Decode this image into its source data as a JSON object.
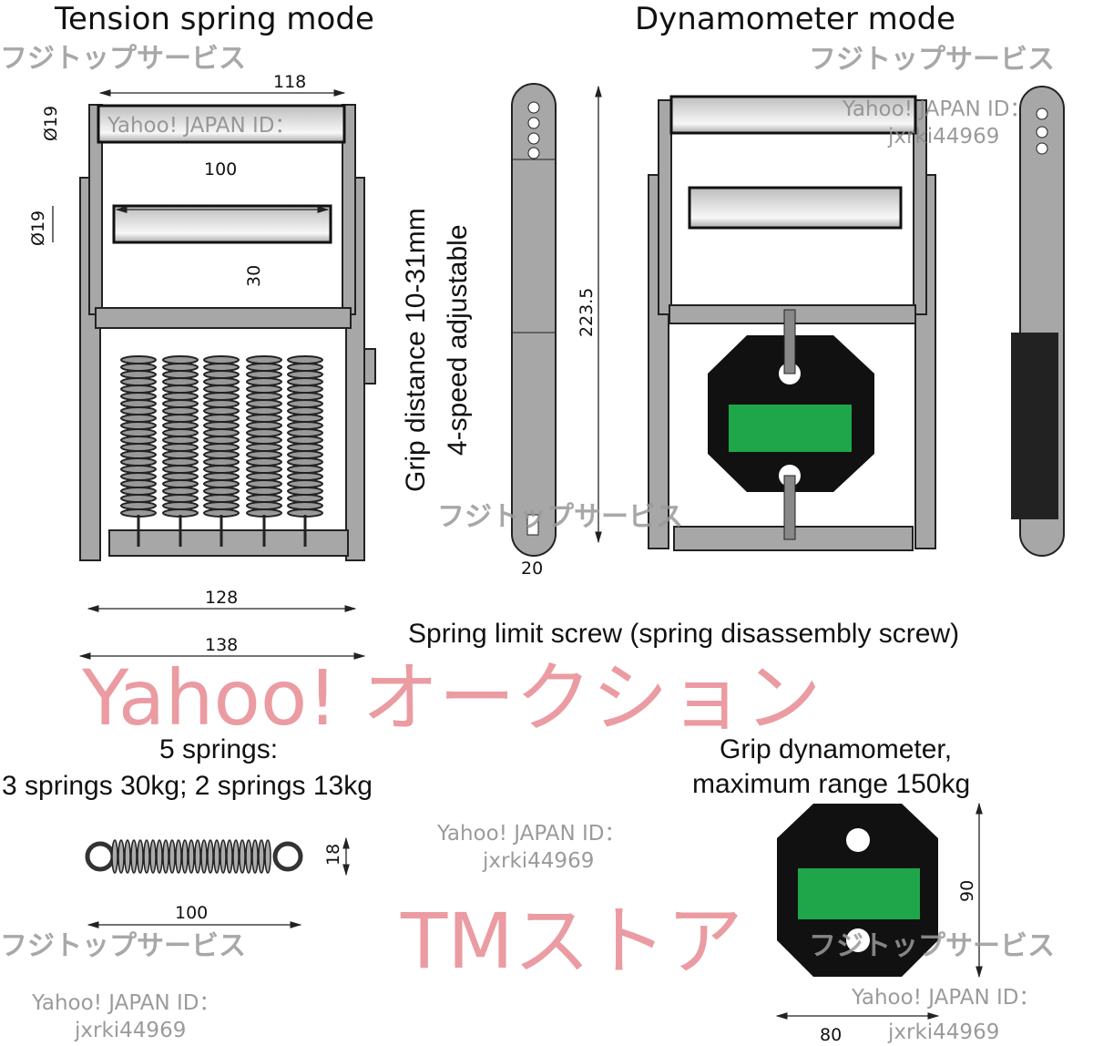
{
  "titles": {
    "tension": "Tension spring mode",
    "dynamometer": "Dynamometer mode"
  },
  "dimensions": {
    "top_roller_width": "118",
    "top_roller_diameter": "Ø19",
    "inner_width": "100",
    "second_roller_diameter": "Ø19",
    "gap": "30",
    "frame_inner": "128",
    "frame_outer": "138",
    "handle_length": "223.5",
    "handle_width": "20",
    "spring_length": "100",
    "spring_diameter": "18",
    "dyno_height": "90",
    "dyno_width": "80"
  },
  "labels": {
    "grip_distance": "Grip distance 10-31mm",
    "four_speed": "4-speed adjustable",
    "spring_screw": "Spring limit screw (spring disassembly screw)",
    "springs_count": "5 springs:",
    "springs_detail": "3 springs 30kg; 2 springs 13kg",
    "dyno_line1": "Grip dynamometer,",
    "dyno_line2": "maximum range 150kg"
  },
  "watermarks": {
    "shop_kana": "フジトップサービス",
    "yahoo_id_label": "Yahoo! JAPAN ID：",
    "yahoo_id": "jxrki44969",
    "store": "TMストア",
    "auction": "Yahoo!  オークション"
  },
  "colors": {
    "display_green": "#1fa64a",
    "dyno_body": "#111111",
    "metal": "#a7a7a7",
    "watermark_red": "#e88a92"
  }
}
